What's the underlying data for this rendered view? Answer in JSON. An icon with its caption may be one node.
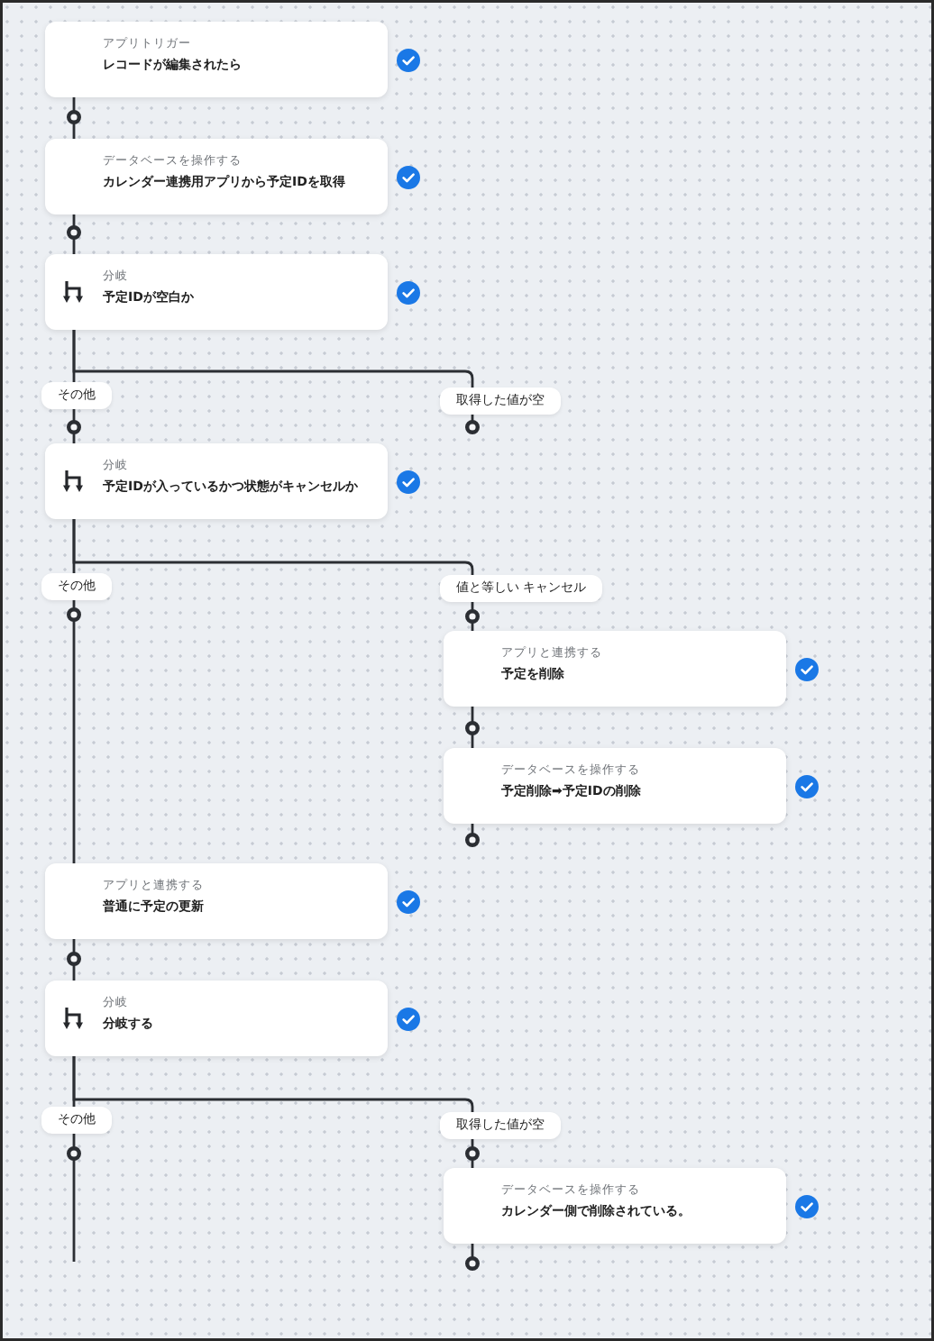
{
  "diagram": {
    "nodes": [
      {
        "text": [
          "アプリトリガー",
          "レコードが編集されたら"
        ]
      },
      {
        "text": [
          "データベースを操作する",
          "カレンダー連携用アプリから予定IDを取得"
        ]
      },
      {
        "text": [
          "分岐",
          "予定IDが空白か"
        ]
      },
      {
        "text": [
          "その他"
        ]
      },
      {
        "text": [
          "取得した値が空"
        ]
      },
      {
        "text": [
          "分岐",
          "予定IDが入っているかつ状態がキャンセルか"
        ]
      },
      {
        "text": [
          "その他"
        ]
      },
      {
        "text": [
          "値と等しい キャンセル"
        ]
      },
      {
        "text": [
          "アプリと連携する",
          "予定を削除"
        ]
      },
      {
        "text": [
          "データベースを操作する",
          "予定削除➡予定IDの削除"
        ]
      },
      {
        "text": [
          "アプリと連携する",
          "普通に予定の更新"
        ]
      },
      {
        "text": [
          "分岐",
          "分岐する"
        ]
      },
      {
        "text": [
          "その他"
        ]
      },
      {
        "text": [
          "取得した値が空"
        ]
      },
      {
        "text": [
          "データベースを操作する",
          "カレンダー側で削除されている。"
        ]
      }
    ],
    "edges": [
      {
        "from": 0,
        "to": 1,
        "arrow": "none"
      },
      {
        "from": 1,
        "to": 2,
        "arrow": "none"
      },
      {
        "from": 2,
        "to": 3,
        "arrow": "none"
      },
      {
        "from": 2,
        "to": 4,
        "arrow": "none"
      },
      {
        "from": 3,
        "to": 5,
        "arrow": "none"
      },
      {
        "from": 4,
        "to": null,
        "arrow": "other"
      },
      {
        "from": 5,
        "to": 6,
        "arrow": "none"
      },
      {
        "from": 5,
        "to": 7,
        "arrow": "none"
      },
      {
        "from": 7,
        "to": 8,
        "arrow": "none"
      },
      {
        "from": 8,
        "to": 9,
        "arrow": "none"
      },
      {
        "from": 9,
        "to": null,
        "arrow": "other"
      },
      {
        "from": 6,
        "to": 10,
        "arrow": "none"
      },
      {
        "from": 10,
        "to": 11,
        "arrow": "none"
      },
      {
        "from": 11,
        "to": 12,
        "arrow": "none"
      },
      {
        "from": 11,
        "to": 13,
        "arrow": "none"
      },
      {
        "from": 12,
        "to": null,
        "arrow": "none"
      },
      {
        "from": 13,
        "to": 14,
        "arrow": "none"
      },
      {
        "from": 14,
        "to": null,
        "arrow": "other"
      }
    ]
  }
}
